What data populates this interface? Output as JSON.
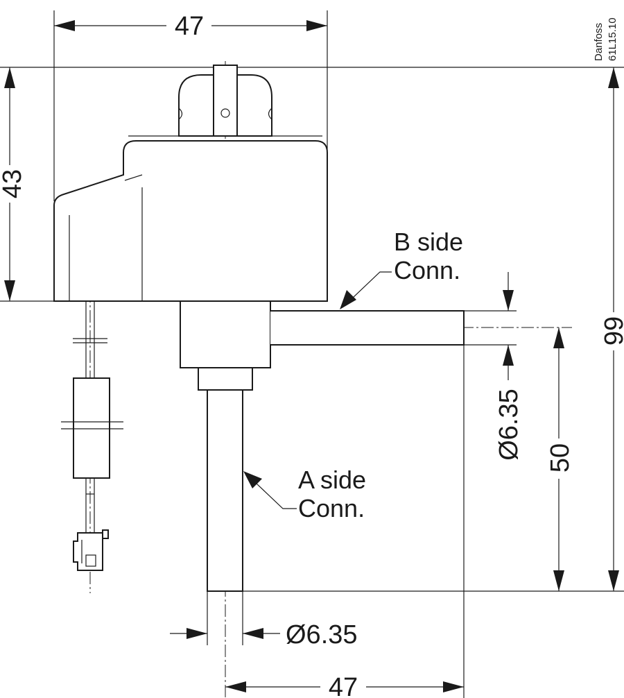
{
  "dimensions": {
    "top_width": "47",
    "bottom_width": "47",
    "height_upper": "43",
    "height_total": "99",
    "height_lower": "50",
    "diameter_b": "Ø6.35",
    "diameter_a": "Ø6.35"
  },
  "labels": {
    "b_side_line1": "B side",
    "b_side_line2": "Conn.",
    "a_side_line1": "A side",
    "a_side_line2": "Conn."
  },
  "stamp": {
    "brand": "Danfoss",
    "code": "61L15.10"
  }
}
